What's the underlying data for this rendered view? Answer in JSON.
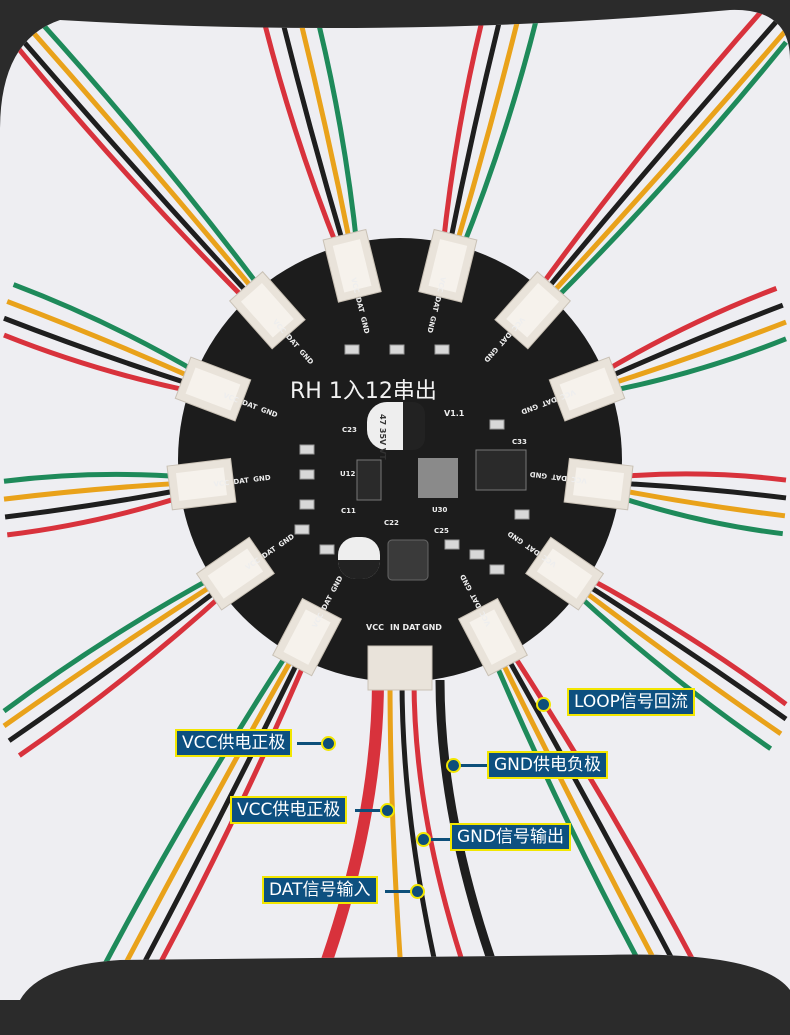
{
  "board": {
    "title": "RH 1入12串出",
    "version": "V1.1",
    "pins": [
      "VCC",
      "DAT",
      "GND"
    ],
    "input_pins": [
      "VCC",
      "IN DAT",
      "GND"
    ],
    "parts": [
      "C23",
      "U12",
      "C11",
      "C22",
      "U30",
      "C25",
      "C33"
    ],
    "cap_marking": "47 35V VT"
  },
  "callouts": [
    {
      "id": "loop",
      "text": "LOOP信号回流"
    },
    {
      "id": "vcc1",
      "text": "VCC供电正极"
    },
    {
      "id": "gnd-power",
      "text": "GND供电负极"
    },
    {
      "id": "vcc2",
      "text": "VCC供电正极"
    },
    {
      "id": "gnd-signal",
      "text": "GND信号输出"
    },
    {
      "id": "dat-in",
      "text": "DAT信号输入"
    }
  ],
  "colors": {
    "label_bg": "#0d5080",
    "label_border": "#f2e600",
    "board": "#1c1c1c",
    "wire_red": "#d8323c",
    "wire_black": "#1e1e1e",
    "wire_yellow": "#e9a21a",
    "wire_green": "#1e8a5a"
  }
}
